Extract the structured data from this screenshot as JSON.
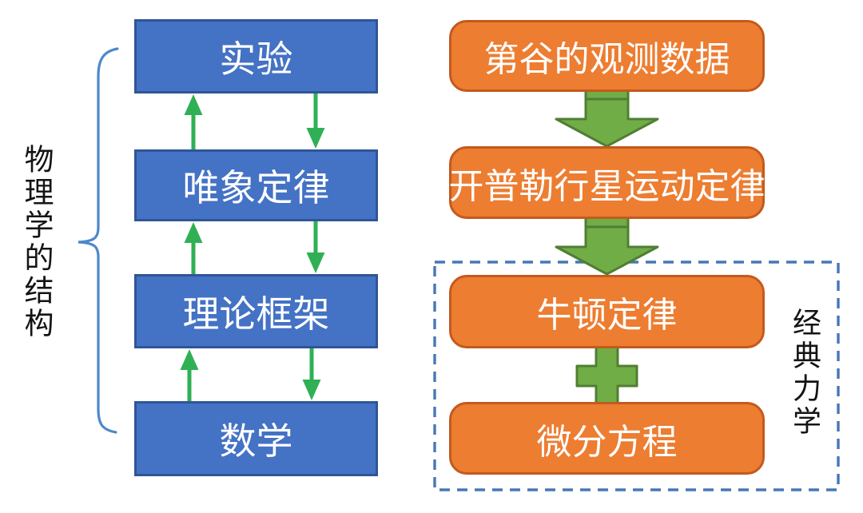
{
  "diagram": {
    "left_panel": {
      "group_label": "物理学的结构",
      "boxes": [
        {
          "label": "实验"
        },
        {
          "label": "唯象定律"
        },
        {
          "label": "理论框架"
        },
        {
          "label": "数学"
        }
      ],
      "connector": "bidirectional-arrows"
    },
    "right_panel": {
      "boxes": [
        {
          "label": "第谷的观测数据"
        },
        {
          "label": "开普勒行星运动定律"
        },
        {
          "label": "牛顿定律"
        },
        {
          "label": "微分方程"
        }
      ],
      "group_label": "经典力学",
      "connector": "down-block-arrows-and-plus"
    },
    "colors": {
      "blue_box_fill": "#4472C4",
      "blue_box_border": "#2F5597",
      "orange_box_fill": "#ED7D31",
      "orange_box_border": "#C35A1D",
      "block_arrow_fill": "#70AD47",
      "block_arrow_border": "#507E32",
      "small_arrow_green": "#2FB054",
      "brace_blue": "#4E88CB",
      "dashed_border_blue": "#4678B4",
      "label_text": "#141414",
      "box_text": "#FFFFFF"
    }
  }
}
